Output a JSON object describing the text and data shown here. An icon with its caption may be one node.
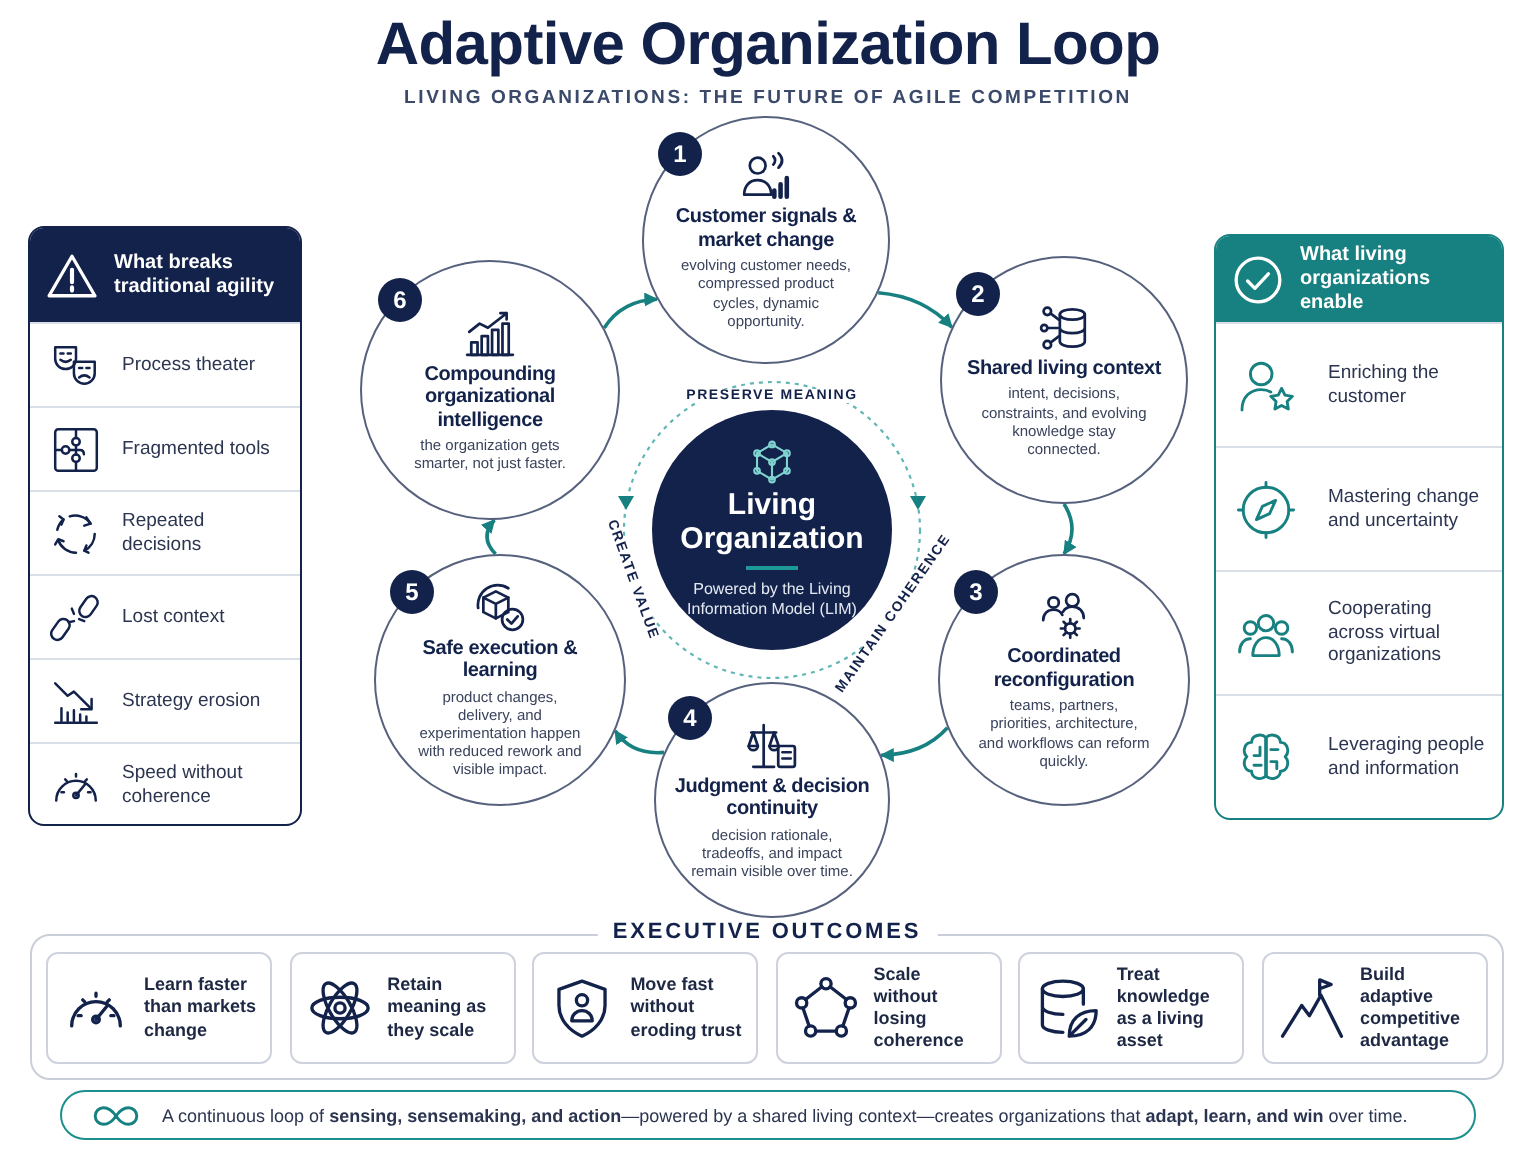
{
  "diagram": {
    "title": "Adaptive Organization Loop",
    "caption": "A continuous loop of **sensing, sensemaking, and action**—powered by a shared living context—creates organizations that **adapt, learn, and win** over time.",
    "nodes": [
      {
        "text": [
          "What breaks traditional agility"
        ]
      },
      {
        "text": [
          "Process theater"
        ],
        "in": 0
      },
      {
        "text": [
          "Fragmented tools"
        ],
        "in": 0
      },
      {
        "text": [
          "Repeated decisions"
        ],
        "in": 0
      },
      {
        "text": [
          "Lost context"
        ],
        "in": 0
      },
      {
        "text": [
          "Strategy erosion"
        ],
        "in": 0
      },
      {
        "text": [
          "Speed without coherence"
        ],
        "in": 0
      },
      {
        "text": [
          "1",
          "Customer signals & market change",
          "evolving customer needs, compressed product cycles, dynamic opportunity."
        ]
      },
      {
        "text": [
          "2",
          "Shared living context",
          "intent, decisions, constraints, and evolving knowledge stay connected."
        ]
      },
      {
        "text": [
          "3",
          "Coordinated reconfiguration",
          "teams, partners, priorities, architecture, and workflows can reform quickly."
        ]
      },
      {
        "text": [
          "4",
          "Judgment & decision continuity",
          "decision rationale, tradeoffs, and impact remain visible over time."
        ]
      },
      {
        "text": [
          "5",
          "Safe execution & learning",
          "product changes, delivery, and experimentation happen with reduced rework and visible impact."
        ]
      },
      {
        "text": [
          "6",
          "Compounding organizational intelligence",
          "the organization gets smarter, not just faster."
        ]
      },
      {
        "text": [
          "Living Organization",
          "Powered by the Living Information Model (LIM)"
        ]
      },
      {
        "text": [
          "What living organizations enable"
        ]
      },
      {
        "text": [
          "Enriching the customer"
        ],
        "in": 14
      },
      {
        "text": [
          "Mastering change and uncertainty"
        ],
        "in": 14
      },
      {
        "text": [
          "Cooperating across virtual organizations"
        ],
        "in": 14
      },
      {
        "text": [
          "Leveraging people and information"
        ],
        "in": 14
      },
      {
        "text": [
          "EXECUTIVE OUTCOMES"
        ]
      },
      {
        "text": [
          "Learn faster than markets change"
        ],
        "in": 19
      },
      {
        "text": [
          "Retain meaning as they scale"
        ],
        "in": 19
      },
      {
        "text": [
          "Move fast without eroding trust"
        ],
        "in": 19
      },
      {
        "text": [
          "Scale without losing coherence"
        ],
        "in": 19
      },
      {
        "text": [
          "Treat knowledge as a living asset"
        ],
        "in": 19
      },
      {
        "text": [
          "Build adaptive competitive advantage"
        ],
        "in": 19
      }
    ],
    "edges": [
      {
        "from": 7,
        "to": 8,
        "arrow": "to"
      },
      {
        "from": 8,
        "to": 9,
        "arrow": "to"
      },
      {
        "from": 9,
        "to": 10,
        "arrow": "to"
      },
      {
        "from": 10,
        "to": 11,
        "arrow": "to"
      },
      {
        "from": 11,
        "to": 12,
        "arrow": "to"
      },
      {
        "from": 12,
        "to": 7,
        "arrow": "to"
      }
    ],
    "labels": [
      "LIVING ORGANIZATIONS: THE FUTURE OF AGILE COMPETITION",
      "PRESERVE MEANING",
      "CREATE VALUE",
      "MAINTAIN COHERENCE"
    ]
  }
}
